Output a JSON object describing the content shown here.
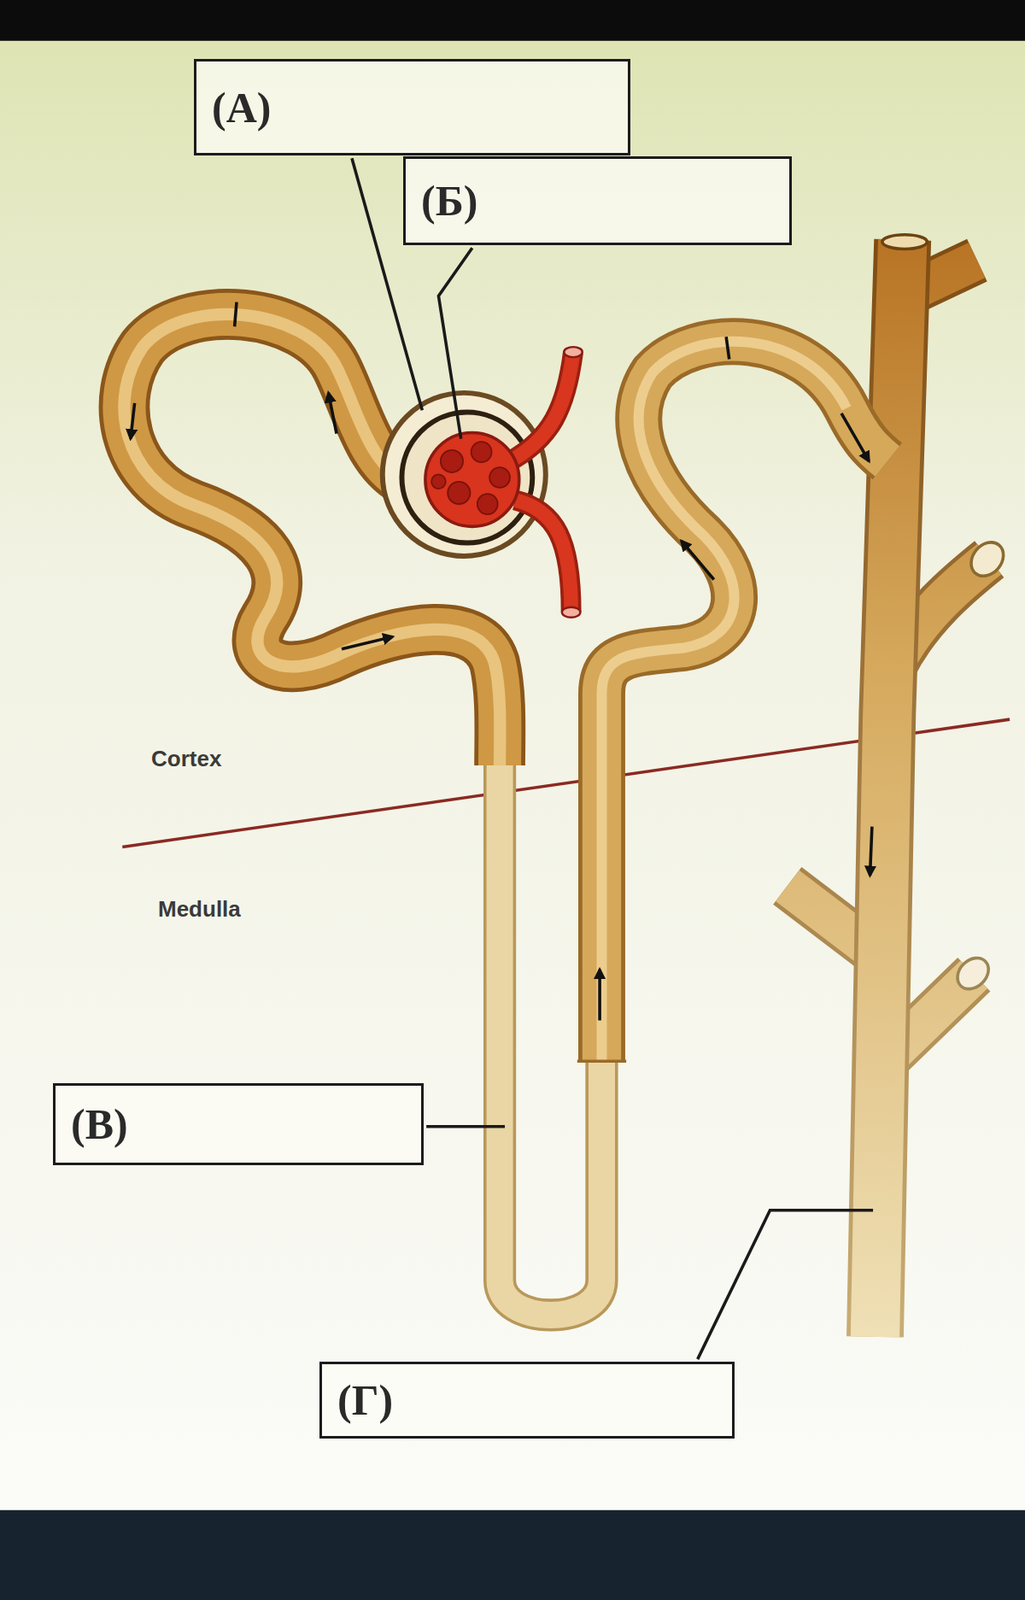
{
  "diagram": {
    "nodes": [
      {
        "text": [
          "(А)"
        ]
      },
      {
        "text": [
          "(Б)"
        ]
      },
      {
        "text": [
          "(В)"
        ]
      },
      {
        "text": [
          "(Г)"
        ]
      }
    ],
    "edges": [],
    "labels": [
      "Cortex",
      "Medulla"
    ]
  }
}
